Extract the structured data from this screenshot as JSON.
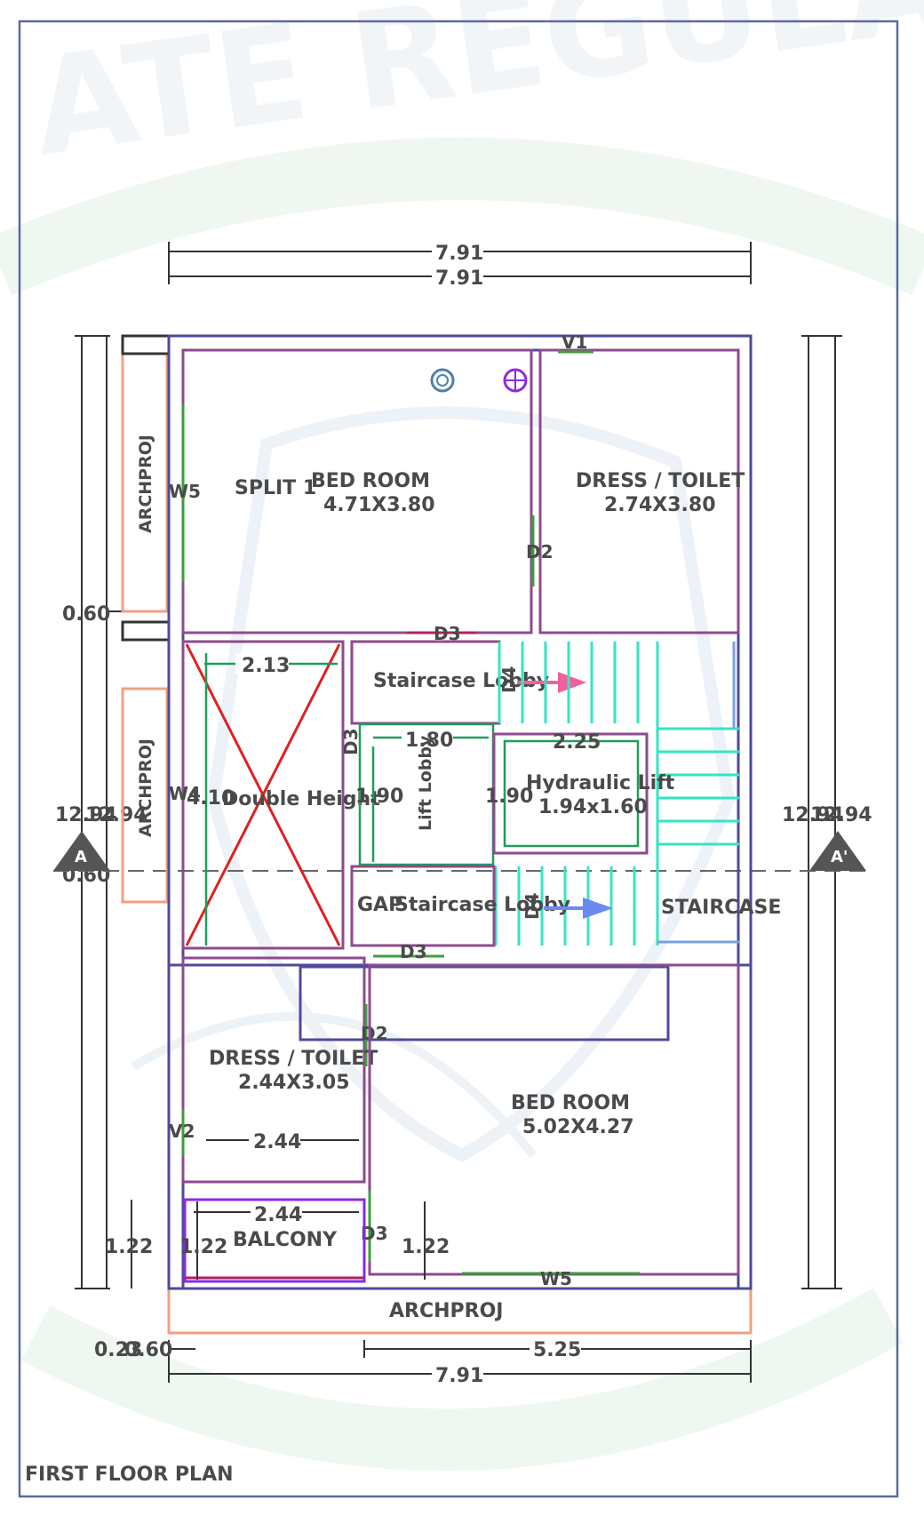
{
  "title": "FIRST FLOOR PLAN",
  "watermark": {
    "color": "#dfe8f2",
    "green": "#e2f2e4"
  },
  "colors": {
    "wall": "#4f4a9a",
    "room": "#8e4a8e",
    "stair": "#33e6c2",
    "window": "#3aa03a",
    "projection": "#f0a080",
    "cross": "#e02020",
    "border": "#5a6aa0"
  },
  "rooms": {
    "bed1": {
      "name": "BED ROOM",
      "size": "4.71X3.80"
    },
    "split": "SPLIT 1",
    "dress1": {
      "name": "DRESS / TOILET",
      "size": "2.74X3.80"
    },
    "stair_lobby_top": "Staircase Lobby",
    "double_height": "Double Height",
    "lift_lobby": "Lift Lobby",
    "hydraulic_lift": {
      "name": "Hydraulic Lift",
      "size": "1.94x1.60"
    },
    "gap": "GAP",
    "stair_lobby_bottom": "Staircase Lobby",
    "staircase": "STAIRCASE",
    "dress2": {
      "name": "DRESS / TOILET",
      "size": "2.44X3.05"
    },
    "bed2": {
      "name": "BED ROOM",
      "size": "5.02X4.27"
    },
    "balcony": "BALCONY",
    "archproj": "ARCHPROJ"
  },
  "tags": {
    "v1": "V1",
    "v2": "V2",
    "w5": "W5",
    "w4": "W4",
    "d2": "D2",
    "d3": "D3",
    "d4": "D4"
  },
  "dims": {
    "top1": "7.91",
    "top2": "7.91",
    "left_total": "12.94",
    "left_total2": "12.94",
    "right_total": "12.94",
    "right_total2": "12.94",
    "proj": "0.60",
    "proj2": "0.60",
    "dh_width": "2.13",
    "dh_height": "4.10",
    "lift_lobby_w": "1.80",
    "lift_lobby_h": "1.90",
    "lift_w": "2.25",
    "lift_h": "1.90",
    "dress2_w": "2.44",
    "balcony_w": "2.44",
    "bal_h1": "1.22",
    "bal_h2": "1.22",
    "bal_h3": "1.22",
    "bottom_a": "0.23",
    "bottom_b": "0.60",
    "bottom_c": "5.25",
    "bottom_total": "7.91"
  },
  "section": {
    "a": "A",
    "a2": "A'"
  }
}
